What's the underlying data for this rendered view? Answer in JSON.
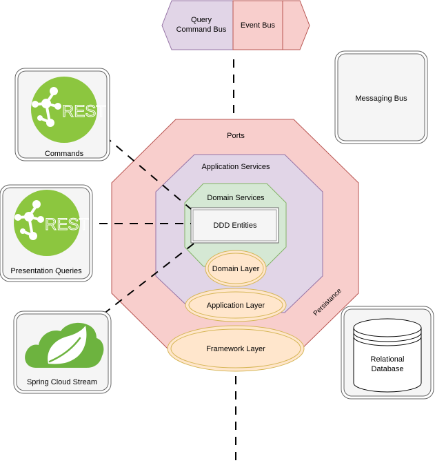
{
  "bus": {
    "query_line1": "Query",
    "query_line2": "Command Bus",
    "event": "Event Bus"
  },
  "messaging": {
    "label": "Messaging Bus"
  },
  "hexagon": {
    "ports": "Ports",
    "persistance": "Persistance",
    "application_services": "Application Services",
    "domain_services": "Domain Services",
    "entities": "DDD Entities"
  },
  "layers": {
    "domain": "Domain Layer",
    "application": "Application Layer",
    "framework": "Framework Layer"
  },
  "cards": {
    "commands": {
      "label": "Commands",
      "icon_text": "REST"
    },
    "queries": {
      "label": "Presentation Queries",
      "icon_text": "REST"
    },
    "stream": {
      "label": "Spring Cloud Stream"
    }
  },
  "database": {
    "line1": "Relational",
    "line2": "Database"
  },
  "colors": {
    "purple_fill": "#e1d5e7",
    "purple_stroke": "#9673a6",
    "red_fill": "#f8cecc",
    "red_stroke": "#b85450",
    "green_fill": "#d5e8d4",
    "green_stroke": "#82b366",
    "orange_fill": "#ffe6cc",
    "orange_stroke": "#d6b656",
    "card_fill": "#f5f5f5",
    "card_stroke": "#666666",
    "rest_green": "#8cc63f",
    "spring_green": "#6db33f"
  }
}
